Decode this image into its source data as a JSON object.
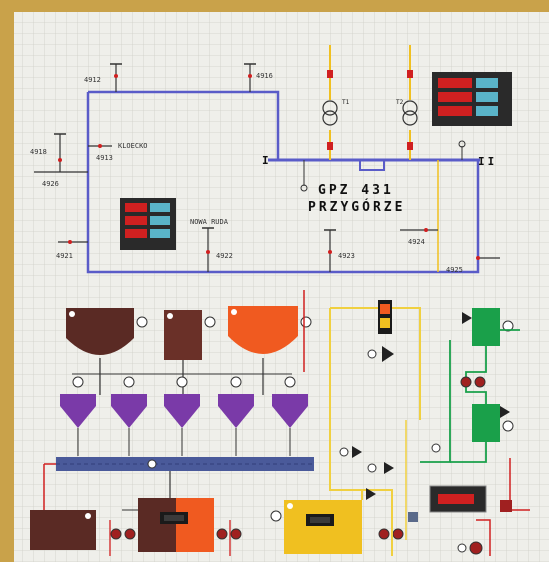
{
  "station": {
    "title_line1": "GPZ 431",
    "title_line2": "PRZYGÓRZE",
    "bus1_label": "I",
    "bus2_label": "II",
    "transformer1_label": "T1",
    "transformer2_label": "T2"
  },
  "feeders": {
    "f4912": "4912",
    "f4916": "4916",
    "f4913": "4913",
    "f4918": "4918",
    "f4926": "4926",
    "f4921": "4921",
    "f4922": "4922",
    "f4923": "4923",
    "f4924": "4924",
    "f4925": "4925",
    "kloecko": "KLOECKO",
    "nowa_ruda": "NOWA RUDA"
  },
  "colors": {
    "bus_blue": "#5a5cc8",
    "panel_bg": "#efefea",
    "frame": "#d8b54a",
    "silo_brown": "#5a2a24",
    "silo_orange": "#f05a20",
    "hopper_purple": "#7a3aa8",
    "conveyor_blue": "#4a5a9a",
    "tank_yellow": "#f0c020",
    "valve_green": "#1aa04a",
    "pipe_red": "#d02020",
    "pipe_yellow": "#f0d040"
  }
}
